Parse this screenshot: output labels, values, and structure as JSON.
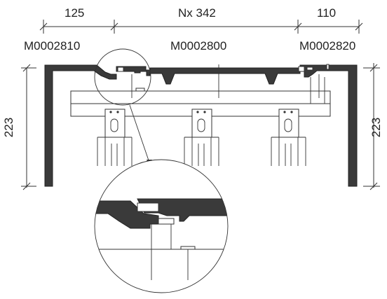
{
  "dimensions": {
    "left_width": "125",
    "middle_width": "Nx 342",
    "right_width": "110",
    "height_left": "223",
    "height_right": "223"
  },
  "profiles": {
    "left": "M0002810",
    "middle": "M0002800",
    "right": "M0002820"
  }
}
